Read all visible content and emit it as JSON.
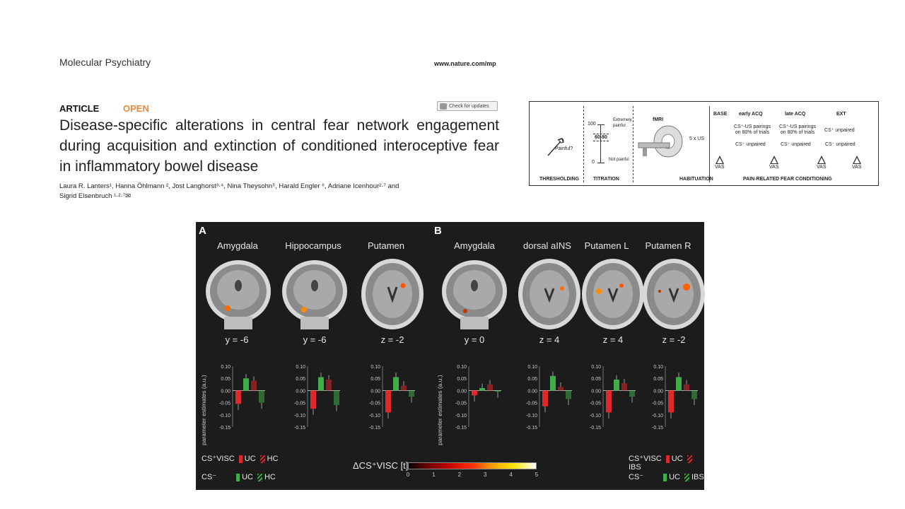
{
  "header": {
    "journal": "Molecular Psychiatry",
    "url": "www.nature.com/mp",
    "article_label": "ARTICLE",
    "open_label": "OPEN",
    "check_updates": "Check for updates",
    "title": "Disease-specific alterations in central fear network engagement during acquisition and extinction of conditioned interoceptive fear in inflammatory bowel disease",
    "authors_line1": "Laura R. Lanters¹, Hanna Öhlmann ²,  Jost Langhorst³·⁴,  Nina Theysohn⁵,  Harald Engler ⁶,  Adriane Icenhour²·⁷ and",
    "authors_line2": "Sigrid Elsenbruch  ¹·²·⁷✉"
  },
  "design": {
    "phases": [
      "THRESHOLDING",
      "TITRATION",
      "HABITUATION",
      "PAIN-RELATED FEAR CONDITIONING"
    ],
    "painful_q": "Painful?",
    "scale": {
      "top": "100",
      "top_label": "Extremely painful",
      "mid": "60-80",
      "bottom": "0",
      "bottom_label": "Not painful"
    },
    "fmri": "fMRI",
    "us5": "5 x US",
    "columns": [
      {
        "head": "BASE",
        "line1": "",
        "line2": ""
      },
      {
        "head": "early ACQ",
        "line1": "CS⁺-US pairings on 80% of trials",
        "line2": "CS⁻ unpaired"
      },
      {
        "head": "late ACQ",
        "line1": "CS⁺-US pairings on 80% of trials",
        "line2": "CS⁻ unpaired"
      },
      {
        "head": "EXT",
        "line1": "CS⁺ unpaired",
        "line2": "CS⁻ unpaired"
      }
    ],
    "vas": "VAS"
  },
  "figure": {
    "panel_a": "A",
    "panel_b": "B",
    "regions_a": [
      "Amygdala",
      "Hippocampus",
      "Putamen"
    ],
    "regions_b": [
      "Amygdala",
      "dorsal aINS",
      "Putamen L",
      "Putamen R"
    ],
    "coords_a": [
      "y = -6",
      "y = -6",
      "z = -2"
    ],
    "coords_b": [
      "y = 0",
      "z = 4",
      "z = 4",
      "z = -2"
    ],
    "ylabel": "parameter estimates (a.u.)",
    "yticks": [
      "0.10",
      "0.05",
      "0.00",
      "-0.05",
      "-0.10",
      "-0.15"
    ],
    "legend_left": {
      "csplus": "CS⁺VISC",
      "csminus": "CS⁻",
      "uc": "UC",
      "hc": "HC"
    },
    "legend_right": {
      "csplus": "CS⁺VISC",
      "csminus": "CS⁻",
      "uc": "UC",
      "ibs": "IBS"
    },
    "colorbar_title": "ΔCS⁺VISC [t]",
    "colorbar_ticks": [
      "0",
      "1",
      "2",
      "3",
      "4",
      "5"
    ],
    "colors": {
      "red": "#e0282c",
      "green": "#3fae49",
      "bg": "#1c1c1c"
    }
  },
  "chart_data": [
    {
      "type": "bar",
      "title": "Amygdala",
      "categories": [
        "CS⁺VISC UC",
        "CS⁻ UC",
        "CS⁺VISC HC",
        "CS⁻ HC"
      ],
      "values": [
        -0.055,
        0.05,
        0.04,
        -0.05
      ],
      "ylabel": "parameter estimates (a.u.)",
      "ylim": [
        -0.15,
        0.1
      ]
    },
    {
      "type": "bar",
      "title": "Hippocampus",
      "categories": [
        "CS⁺VISC UC",
        "CS⁻ UC",
        "CS⁺VISC HC",
        "CS⁻ HC"
      ],
      "values": [
        -0.075,
        0.055,
        0.045,
        -0.06
      ],
      "ylabel": "parameter estimates (a.u.)",
      "ylim": [
        -0.15,
        0.1
      ]
    },
    {
      "type": "bar",
      "title": "Putamen",
      "categories": [
        "CS⁺VISC UC",
        "CS⁻ UC",
        "CS⁺VISC HC",
        "CS⁻ HC"
      ],
      "values": [
        -0.09,
        0.055,
        0.02,
        -0.025
      ],
      "ylabel": "parameter estimates (a.u.)",
      "ylim": [
        -0.15,
        0.1
      ]
    },
    {
      "type": "bar",
      "title": "Amygdala",
      "categories": [
        "CS⁺VISC UC",
        "CS⁻ UC",
        "CS⁺VISC IBS",
        "CS⁻ IBS"
      ],
      "values": [
        -0.02,
        0.01,
        0.025,
        -0.005
      ],
      "ylabel": "parameter estimates (a.u.)",
      "ylim": [
        -0.15,
        0.1
      ]
    },
    {
      "type": "bar",
      "title": "dorsal aINS",
      "categories": [
        "CS⁺VISC UC",
        "CS⁻ UC",
        "CS⁺VISC IBS",
        "CS⁻ IBS"
      ],
      "values": [
        -0.065,
        0.06,
        0.015,
        -0.035
      ],
      "ylabel": "parameter estimates (a.u.)",
      "ylim": [
        -0.15,
        0.1
      ]
    },
    {
      "type": "bar",
      "title": "Putamen L",
      "categories": [
        "CS⁺VISC UC",
        "CS⁻ UC",
        "CS⁺VISC IBS",
        "CS⁻ IBS"
      ],
      "values": [
        -0.09,
        0.045,
        0.03,
        -0.025
      ],
      "ylabel": "parameter estimates (a.u.)",
      "ylim": [
        -0.15,
        0.1
      ]
    },
    {
      "type": "bar",
      "title": "Putamen R",
      "categories": [
        "CS⁺VISC UC",
        "CS⁻ UC",
        "CS⁺VISC IBS",
        "CS⁻ IBS"
      ],
      "values": [
        -0.09,
        0.055,
        0.025,
        -0.035
      ],
      "ylabel": "parameter estimates (a.u.)",
      "ylim": [
        -0.15,
        0.1
      ]
    }
  ]
}
